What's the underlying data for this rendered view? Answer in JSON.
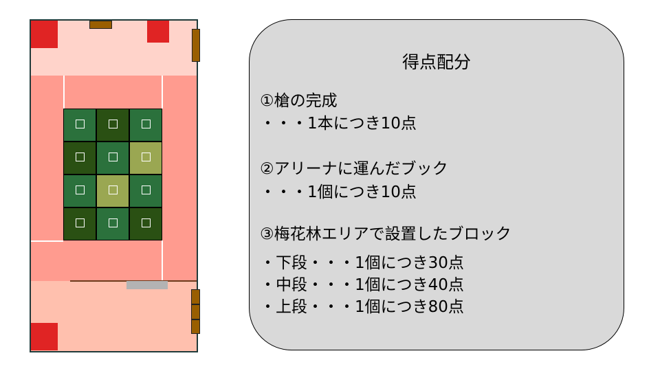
{
  "field": {
    "grid_colors": [
      [
        "#2b713c",
        "#2a5013",
        "#2b713c"
      ],
      [
        "#2a5013",
        "#2b713c",
        "#9aa752"
      ],
      [
        "#2b713c",
        "#9aa752",
        "#2b713c"
      ],
      [
        "#2a5013",
        "#2b713c",
        "#2a5013"
      ]
    ],
    "top_zone_color": "#ffd3ca",
    "mid_zone_color": "#ff9b8f",
    "bottom_zone_color": "#ffc0ae"
  },
  "panel": {
    "title": "得点配分",
    "lines": [
      "①槍の完成",
      "・・・1本につき10点",
      "②アリーナに運んだブック",
      "・・・1個につき10点",
      "③梅花林エリアで設置したブロック",
      "・下段・・・1個につき30点",
      "・中段・・・1個につき40点",
      "・上段・・・1個につき80点"
    ]
  }
}
